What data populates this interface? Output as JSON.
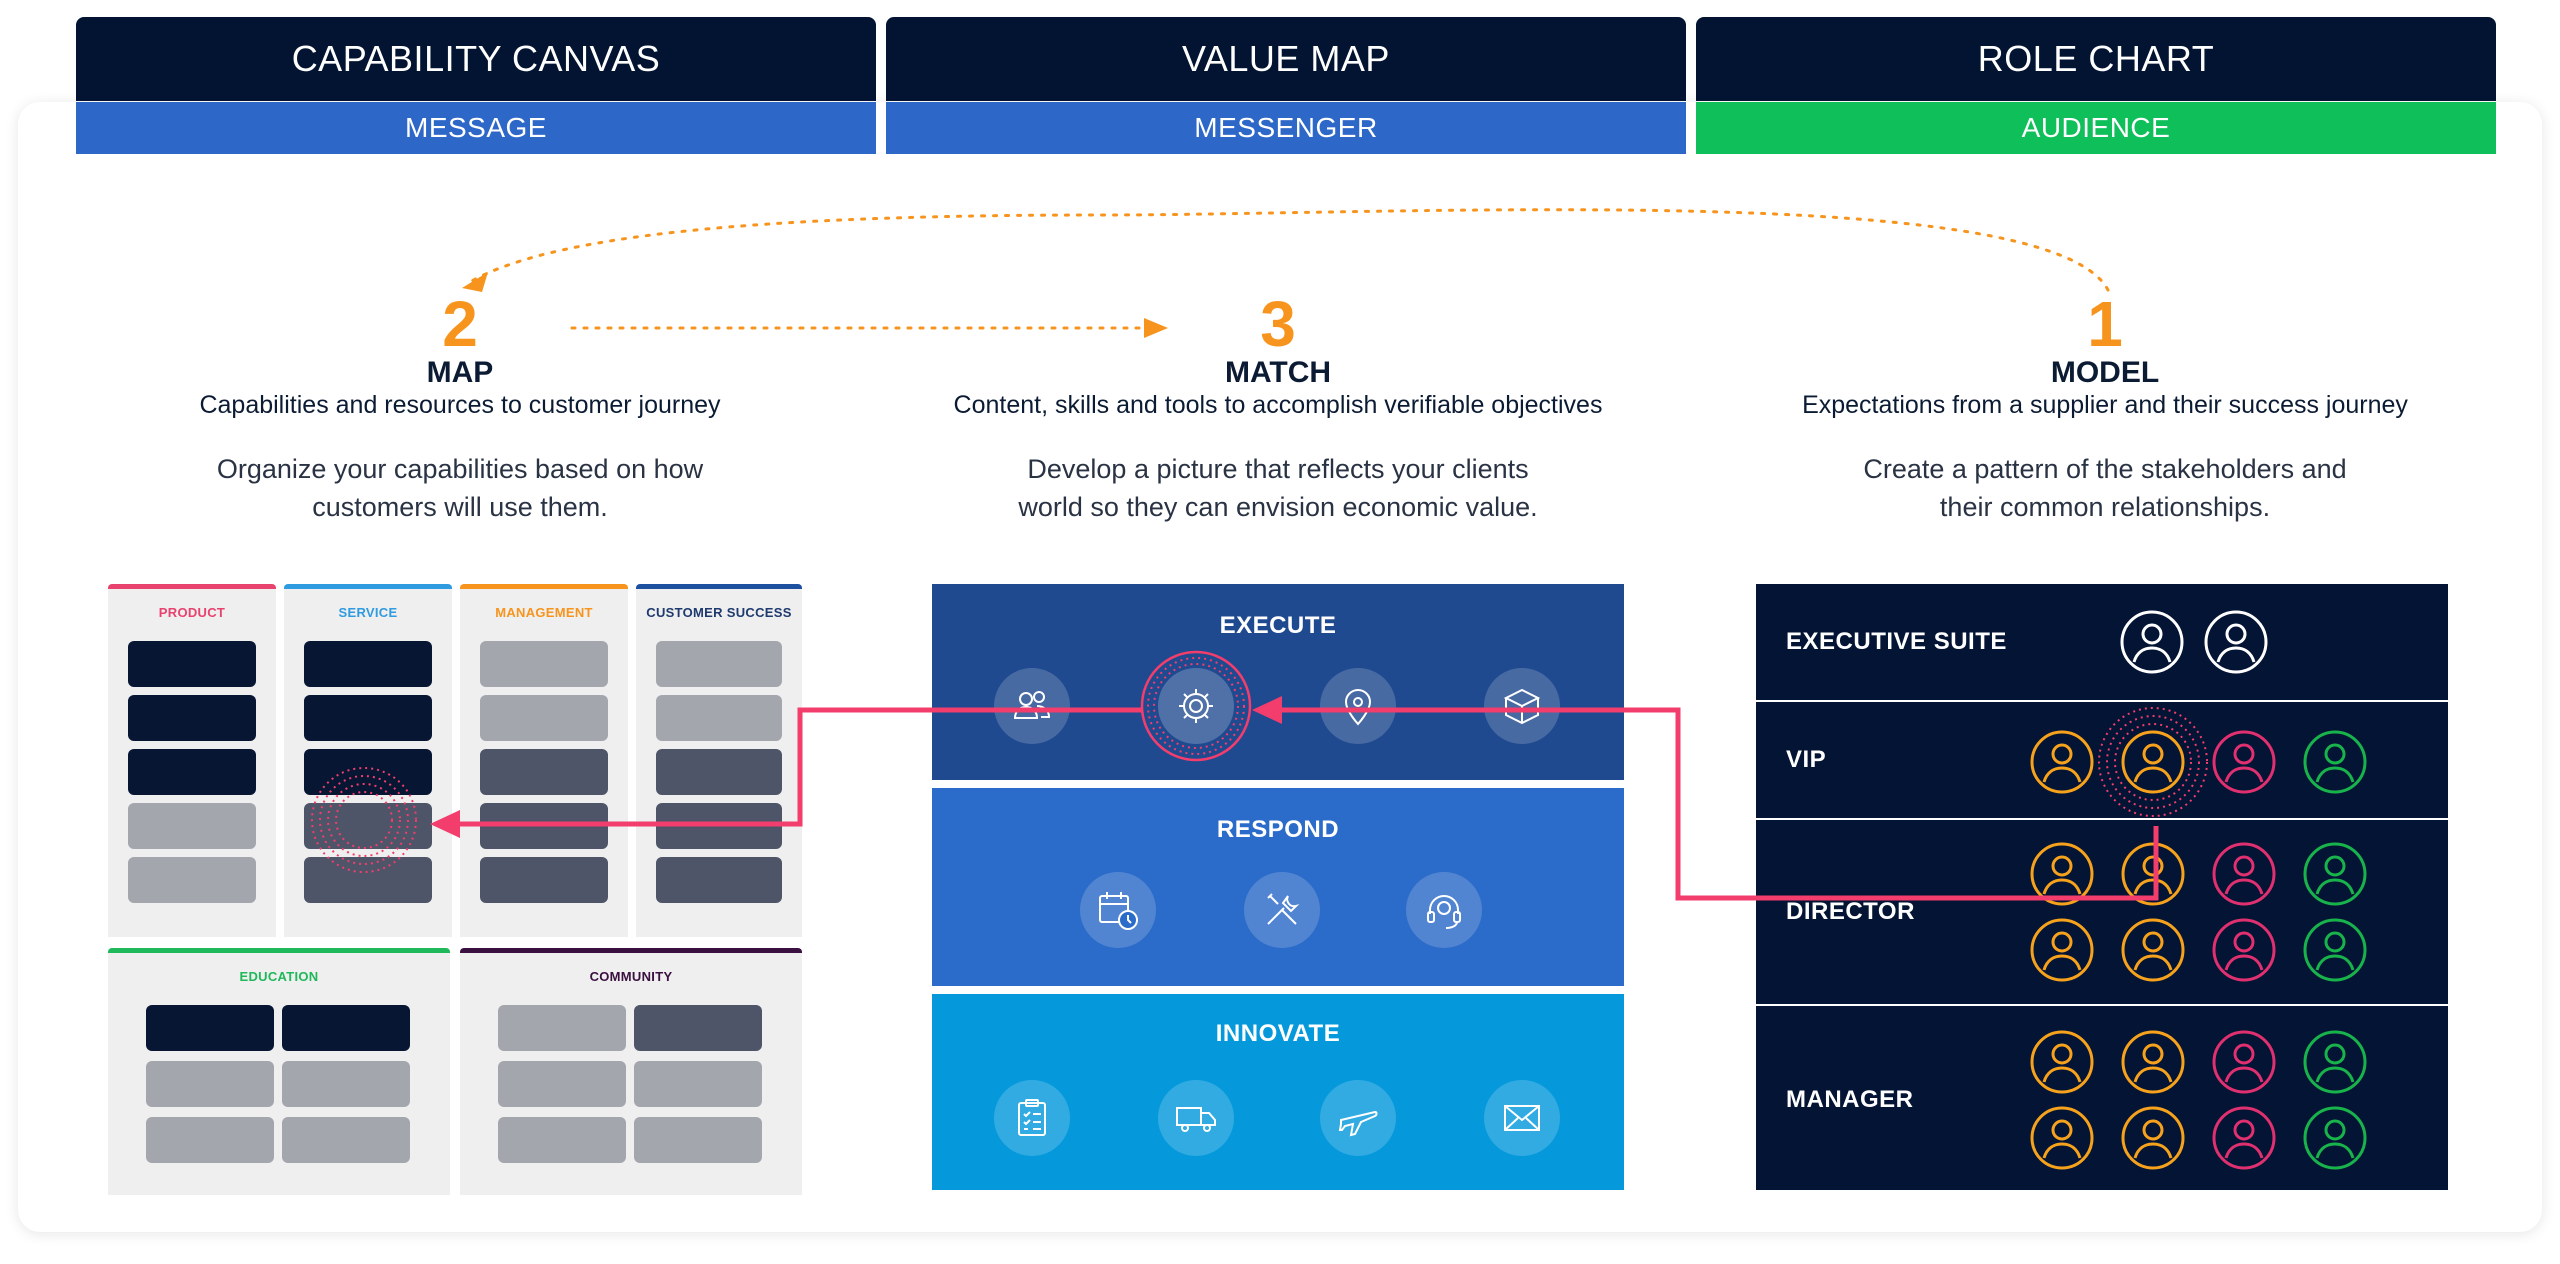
{
  "headers": [
    {
      "title": "CAPABILITY CANVAS",
      "sub": "MESSAGE"
    },
    {
      "title": "VALUE MAP",
      "sub": "MESSENGER"
    },
    {
      "title": "ROLE CHART",
      "sub": "AUDIENCE"
    }
  ],
  "steps": {
    "map": {
      "number": "2",
      "title": "MAP",
      "subtitle": "Capabilities and resources to customer journey",
      "desc1": "Organize your capabilities based on how",
      "desc2": "customers will use them."
    },
    "match": {
      "number": "3",
      "title": "MATCH",
      "subtitle": "Content, skills and tools to accomplish verifiable objectives",
      "desc1": "Develop a picture that reflects your clients",
      "desc2": "world so they can envision economic value."
    },
    "model": {
      "number": "1",
      "title": "MODEL",
      "subtitle": "Expectations from a supplier and their success journey",
      "desc1": "Create a pattern of the stakeholders and",
      "desc2": "their common relationships."
    }
  },
  "capability_canvas": {
    "product": "PRODUCT",
    "service": "SERVICE",
    "management": "MANAGEMENT",
    "customer_success": "CUSTOMER SUCCESS",
    "education": "EDUCATION",
    "community": "COMMUNITY"
  },
  "value_map": {
    "execute": "EXECUTE",
    "respond": "RESPOND",
    "innovate": "INNOVATE",
    "execute_icons": [
      "people-icon",
      "gear-icon",
      "location-pin-icon",
      "box-icon"
    ],
    "respond_icons": [
      "calendar-clock-icon",
      "tools-icon",
      "headset-icon"
    ],
    "innovate_icons": [
      "checklist-icon",
      "truck-icon",
      "airplane-icon",
      "envelope-icon"
    ]
  },
  "role_chart": {
    "executive_suite": "EXECUTIVE SUITE",
    "vip": "VIP",
    "director": "DIRECTOR",
    "manager": "MANAGER"
  },
  "colors": {
    "navy": "#021431",
    "message_blue": "#2d67c8",
    "audience_green": "#0fbf5a",
    "accent_orange": "#f7941d",
    "highlight_pink": "#f23d6d",
    "execute_band": "#1f4a8f",
    "respond_band": "#2b6bc9",
    "innovate_band": "#0599dc",
    "avatar_orange": "#f6a21d",
    "avatar_pink": "#e0306f",
    "avatar_green": "#18b34a"
  }
}
